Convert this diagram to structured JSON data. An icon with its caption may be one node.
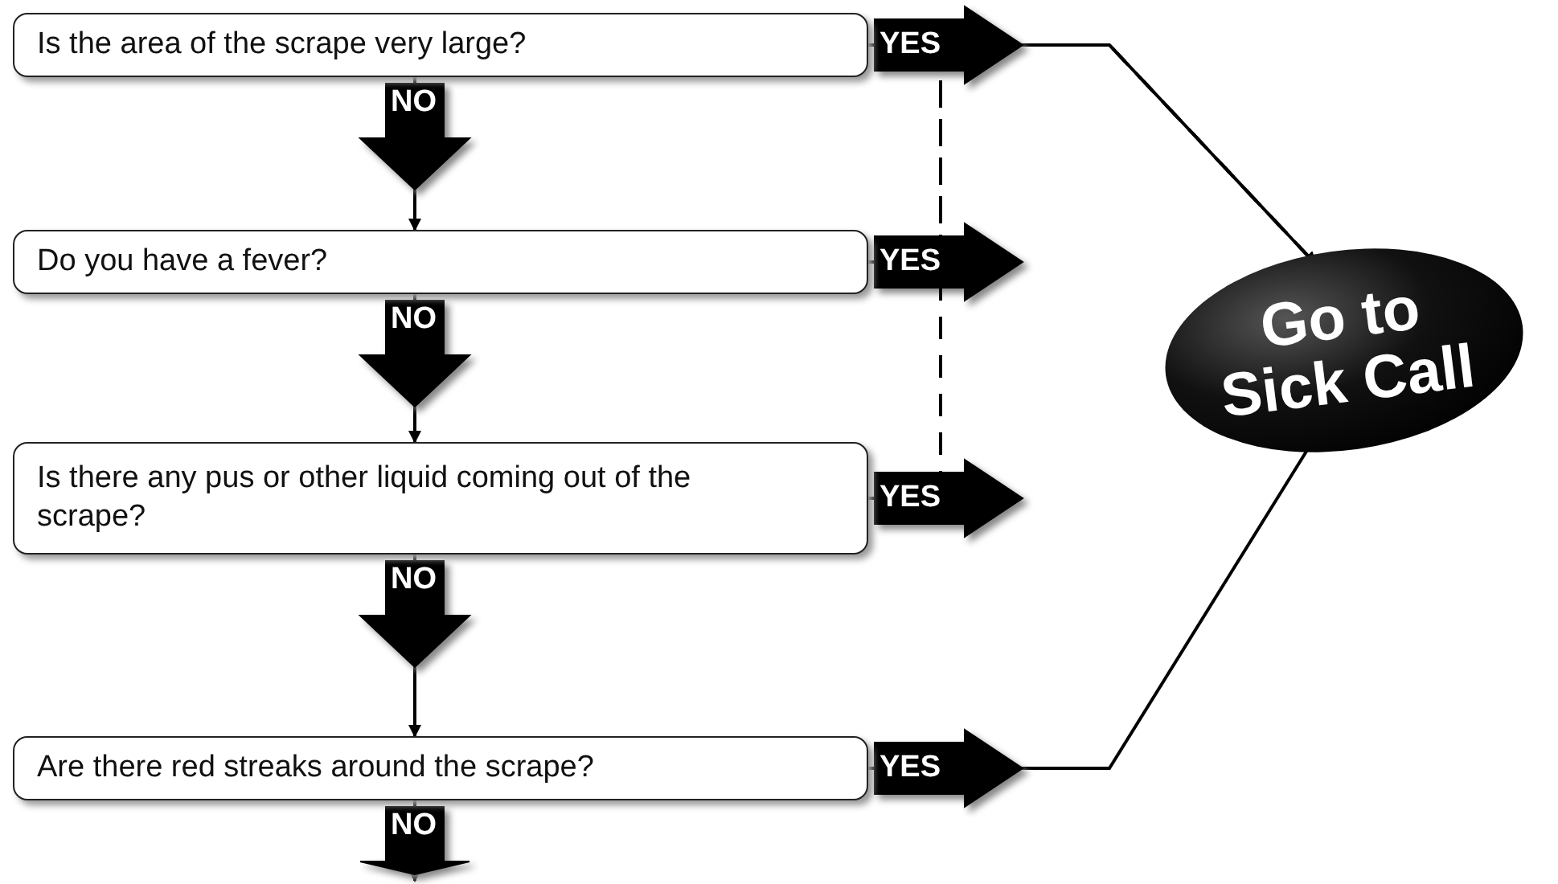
{
  "diagram": {
    "nodes": [
      {
        "text": [
          "Is the area of the scrape very large?"
        ]
      },
      {
        "text": [
          "Do you have a fever?"
        ]
      },
      {
        "text": [
          "Is there any pus or other liquid coming out of the scrape?"
        ]
      },
      {
        "text": [
          "Are there red streaks around the scrape?"
        ]
      },
      {
        "text": [
          "Go to Sick Call"
        ]
      }
    ],
    "edges": [
      {
        "from": 0,
        "to": 1,
        "arrow": "to",
        "label": "NO"
      },
      {
        "from": 1,
        "to": 2,
        "arrow": "to",
        "label": "NO"
      },
      {
        "from": 2,
        "to": 3,
        "arrow": "to",
        "label": "NO"
      },
      {
        "from": 3,
        "to": null,
        "arrow": "to",
        "label": "NO"
      },
      {
        "from": 0,
        "to": 4,
        "arrow": "to",
        "label": "YES"
      },
      {
        "from": 1,
        "to": 4,
        "arrow": "to",
        "label": "YES",
        "style": "dashed"
      },
      {
        "from": 2,
        "to": 4,
        "arrow": "to",
        "label": "YES",
        "style": "dashed"
      },
      {
        "from": 3,
        "to": 4,
        "arrow": "to",
        "label": "YES"
      }
    ]
  }
}
